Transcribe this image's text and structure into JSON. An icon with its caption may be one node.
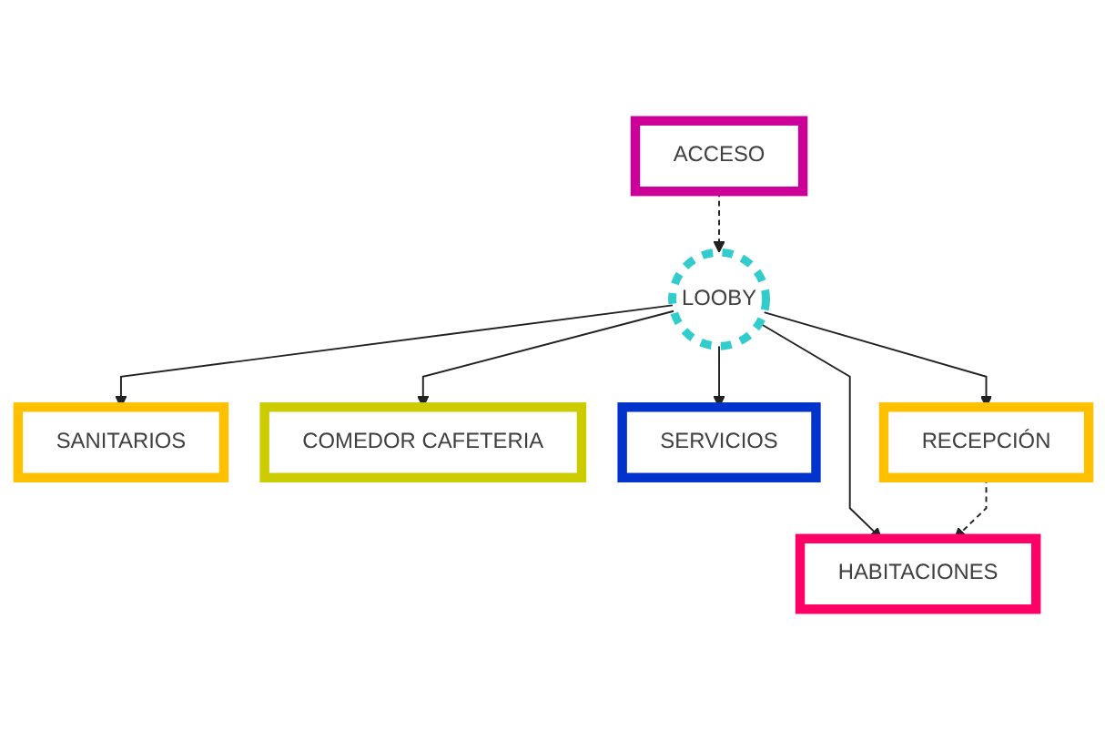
{
  "diagram": {
    "nodes": [
      {
        "text": [
          "ACCESO"
        ]
      },
      {
        "text": [
          "LOOBY"
        ]
      },
      {
        "text": [
          "SANITARIOS"
        ]
      },
      {
        "text": [
          "COMEDOR CAFETERIA"
        ]
      },
      {
        "text": [
          "SERVICIOS"
        ]
      },
      {
        "text": [
          "HABITACIONES"
        ]
      },
      {
        "text": [
          "RECEPCIÓN"
        ]
      }
    ],
    "edges": [
      {
        "from": 0,
        "to": 1,
        "arrow": "to",
        "style": "dashed"
      },
      {
        "from": 1,
        "to": 2,
        "arrow": "to"
      },
      {
        "from": 1,
        "to": 3,
        "arrow": "to"
      },
      {
        "from": 1,
        "to": 4,
        "arrow": "to"
      },
      {
        "from": 1,
        "to": 5,
        "arrow": "to"
      },
      {
        "from": 1,
        "to": 6,
        "arrow": "to"
      },
      {
        "from": 6,
        "to": 5,
        "arrow": "to",
        "style": "dashed"
      }
    ]
  }
}
